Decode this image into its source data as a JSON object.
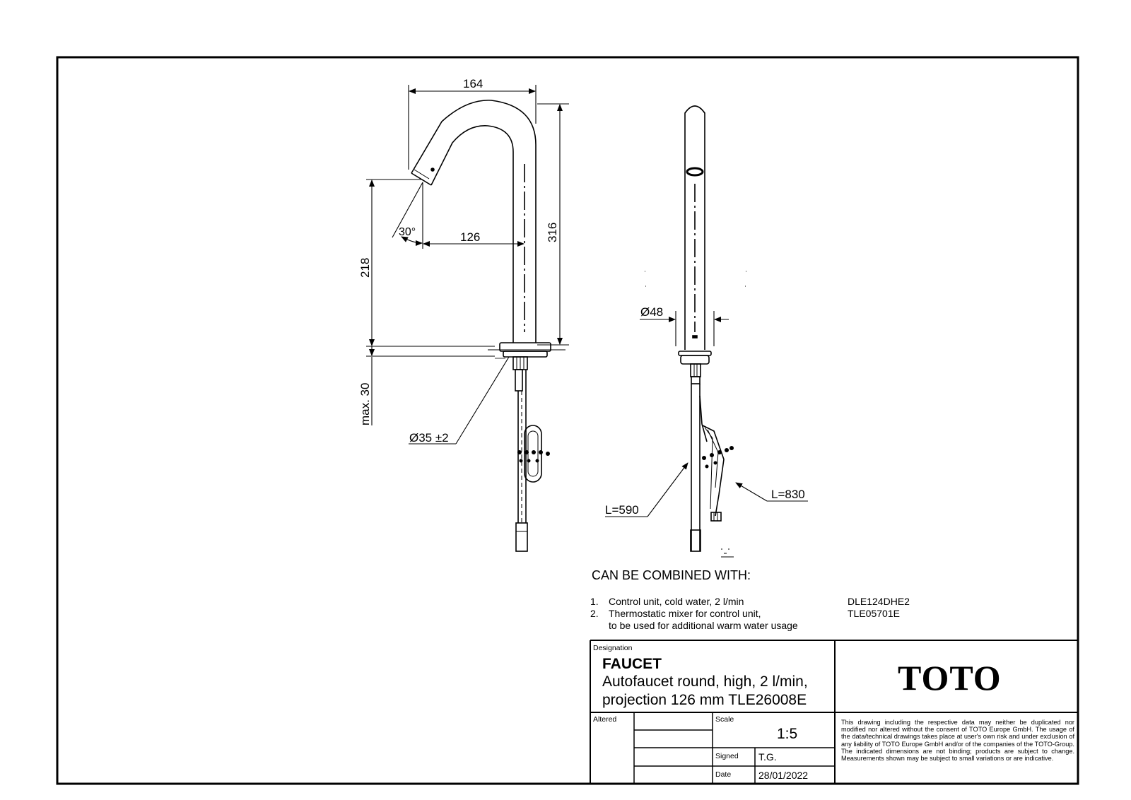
{
  "dimensions": {
    "width_top": "164",
    "height_total": "316",
    "spout_height": "218",
    "projection": "126",
    "angle": "30°",
    "max_thickness": "max. 30",
    "hole_diameter": "Ø35 ±2",
    "body_diameter": "Ø48",
    "cable_length_1": "L=590",
    "cable_length_2": "L=830"
  },
  "combined": {
    "title": "CAN BE COMBINED WITH:",
    "items": [
      {
        "num": "1.",
        "desc": "Control unit, cold water, 2 l/min",
        "code": "DLE124DHE2"
      },
      {
        "num": "2.",
        "desc": "Thermostatic mixer for control unit,",
        "code": "TLE05701E"
      },
      {
        "num": "",
        "desc": "to be used for additional warm water usage",
        "code": ""
      }
    ]
  },
  "title_block": {
    "designation_label": "Designation",
    "product_name": "FAUCET",
    "description_line1": "Autofaucet round, high, 2 l/min,",
    "description_line2": "projection 126 mm TLE26008E",
    "brand": "TOTO",
    "altered_label": "Altered",
    "scale_label": "Scale",
    "scale_value": "1:5",
    "signed_label": "Signed",
    "signed_value": "T.G.",
    "date_label": "Date",
    "date_value": "28/01/2022",
    "disclaimer": "This drawing including the respective data may neither be duplicated nor modified nor altered without the consent of TOTO Europe GmbH. The usage of the data/technical drawings takes place at user's own risk and under exclusion of any liability of TOTO Europe GmbH and/or of the companies of the TOTO-Group. The indicated dimensions are not binding; products are subject to change. Measurements shown may be subject to small variations or are indicative."
  }
}
